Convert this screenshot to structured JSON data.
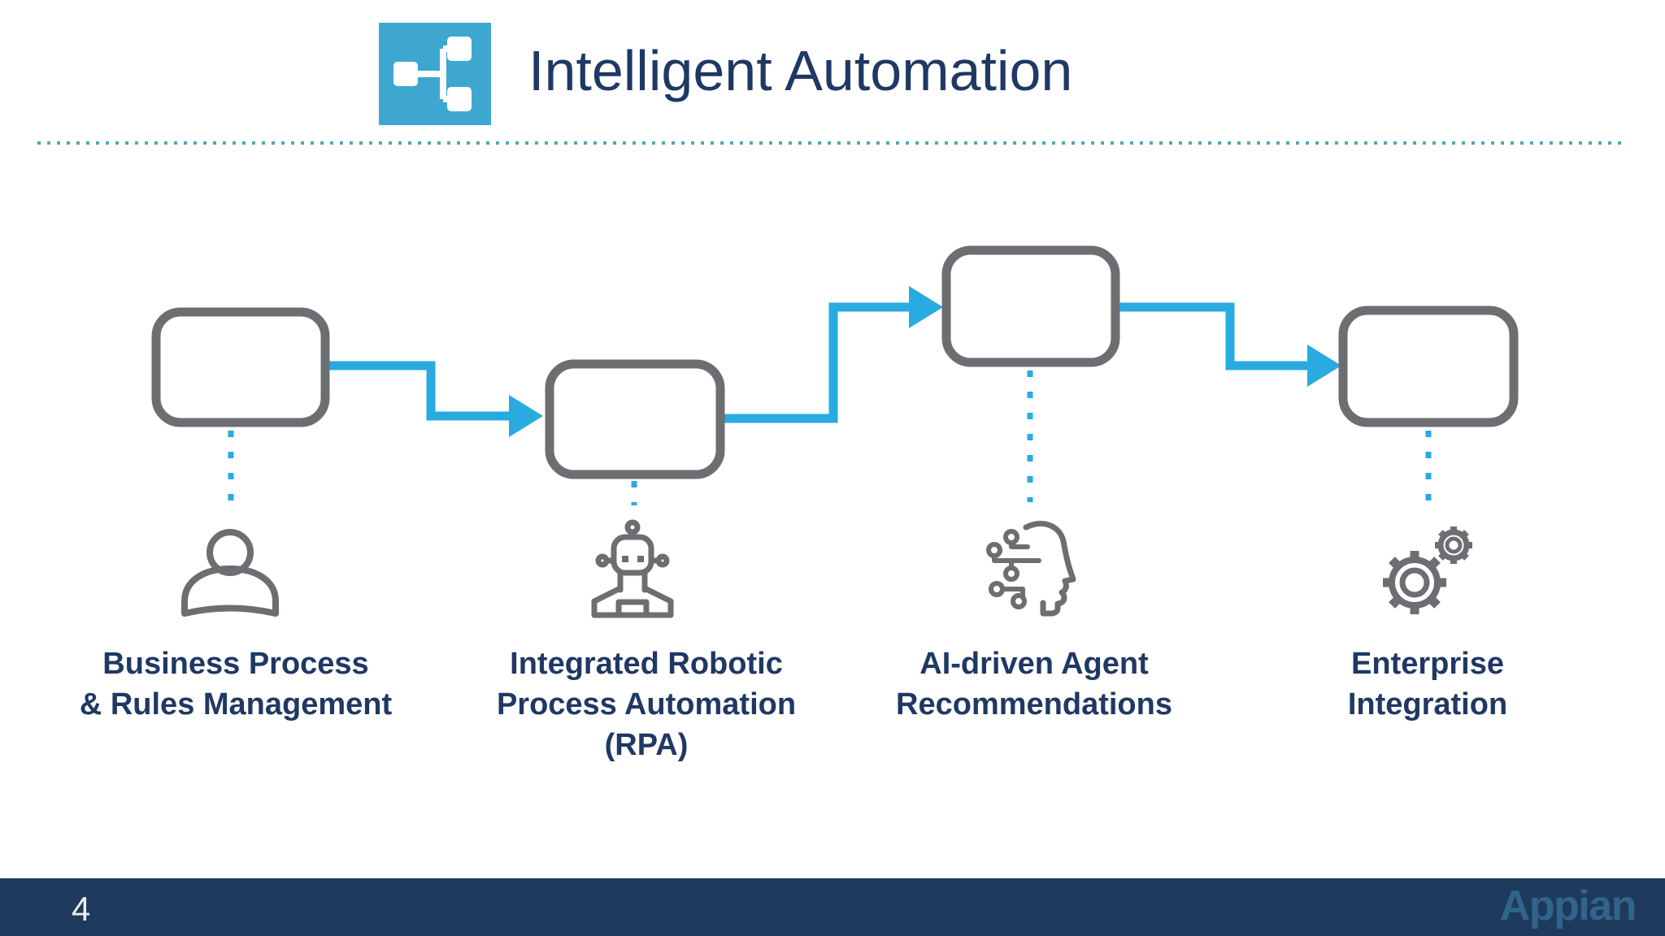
{
  "header": {
    "title": "Intelligent Automation",
    "icon": "process-diagram-icon",
    "icon_bg_color": "#3ea7cf"
  },
  "diagram": {
    "type": "flowchart",
    "description": "Four empty rounded process boxes connected left-to-right by blue elbow arrows; each box links by a dotted line to an icon and caption below.",
    "steps": [
      {
        "icon": "person-icon",
        "lines": [
          "Business Process",
          "& Rules Management"
        ]
      },
      {
        "icon": "robot-icon",
        "lines": [
          "Integrated Robotic",
          "Process Automation",
          "(RPA)"
        ]
      },
      {
        "icon": "ai-head-icon",
        "lines": [
          "AI-driven Agent",
          "Recommendations"
        ]
      },
      {
        "icon": "gears-icon",
        "lines": [
          "Enterprise",
          "Integration"
        ]
      }
    ]
  },
  "footer": {
    "page_number": "4",
    "brand": "Appian"
  },
  "colors": {
    "accent_blue": "#29abe2",
    "box_gray": "#6d6e71",
    "navy_text": "#1f3864",
    "separator_teal": "#4aacad",
    "footer_bg": "#1e3a5c",
    "brand_text": "#31648b"
  }
}
